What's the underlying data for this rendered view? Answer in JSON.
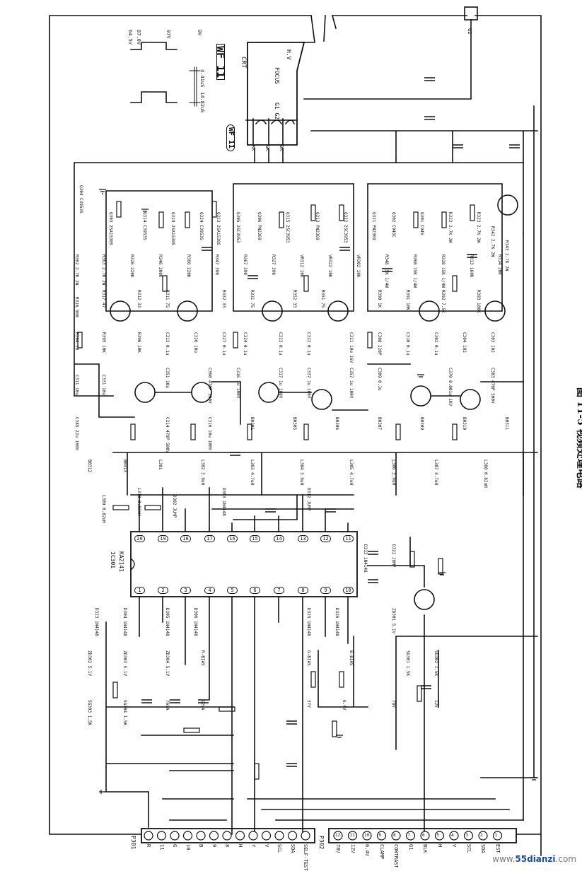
{
  "figure": {
    "caption": "图 11-5  视频处理电路",
    "watermark_prefix": "www.",
    "watermark_site": "55dianzi",
    "watermark_suffix": ".com"
  },
  "crt": {
    "label": "CRT",
    "wf": "WF 11",
    "focus": "FOCUS",
    "g1g2": "G1  G2",
    "hv": "H.V",
    "pins": [
      "RK",
      "GK",
      "BK"
    ],
    "g2": "G2"
  },
  "waveforms": {
    "levels": [
      "64.5V",
      "87.0V",
      "97V",
      "0V"
    ],
    "times": [
      "4.41uS",
      "14.82uS"
    ]
  },
  "ic": {
    "ref": "IC301",
    "part": "KA2141",
    "top_pins": [
      "20",
      "19",
      "18",
      "17",
      "16",
      "15",
      "14",
      "13",
      "12",
      "11"
    ],
    "bottom_pins": [
      "1",
      "2",
      "3",
      "4",
      "5",
      "6",
      "7",
      "8",
      "9",
      "10"
    ]
  },
  "connectors": {
    "p301_ref": "P301",
    "p301_pins": [
      "R",
      "11",
      "G",
      "10",
      "B",
      "9",
      "8",
      "H",
      "7",
      "V",
      "SCL",
      "SDA",
      "SELF-TEST"
    ],
    "p302_ref": "P302",
    "p302_pins": [
      "78V",
      "12V",
      "6.4V",
      "CLAMP",
      "CONTRAST",
      "G1",
      "BLK",
      "H",
      "V",
      "SCL",
      "SDA",
      "EST"
    ],
    "p302_nums": [
      "12",
      "11",
      "10",
      "9",
      "8",
      "7",
      "6",
      "5",
      "4",
      "3",
      "2",
      "1"
    ]
  },
  "parts": [
    "Q304 C3953S",
    "Q303 2SA1538S",
    "Q314 C3953S",
    "Q319 2SA1538S",
    "Q324 C3953S",
    "Q323 2SA1538S",
    "Q305 2SC3953",
    "Q306 PN2369",
    "Q315 2SC3953",
    "Q313 PN2369",
    "Q322 2SC3953",
    "Q321 PN2369",
    "Q302 C945C",
    "Q301 C945",
    "R322 2.7K 2W",
    "R323 2.7K 2W",
    "R342 2.7K 2W",
    "R343 2.7K 2W",
    "R362 2.7K 2W",
    "R363 2.7K 2W",
    "R326 220K",
    "R346 200K",
    "R366 220K",
    "R347 390",
    "R367 390",
    "R327 390",
    "VR312 10K",
    "VR322 10K",
    "VR302 10K",
    "R348 15K 1/4W",
    "R368 15K 1/4W",
    "R328 15K 1/4W",
    "R313 160K",
    "R314 20K",
    "R316 560",
    "R317 47",
    "R312 33",
    "R311 75",
    "R332 33",
    "R331 75",
    "R352 33",
    "R351 75",
    "R390 1K",
    "R391 10K",
    "R392 7.5K",
    "R393 100K",
    "R394 10",
    "R395 10K",
    "R396 10K",
    "C313 0.1u",
    "C326 10u",
    "C327 0.1u",
    "C324 0.1u",
    "C323 0.1u",
    "C322 0.1u",
    "C321 10u 16V",
    "C308 220P",
    "C310 0.1u",
    "C302 0.1u",
    "C304 102",
    "C303 102",
    "C311 10u",
    "C331 10u",
    "C351 10u",
    "C360 470P 500V",
    "C316 1u 100V",
    "C317 1u 100V",
    "C337 1u 100V",
    "C357 1u 100V",
    "C309 0.1u",
    "C370 0.001u 1KV",
    "C383 470P 500V",
    "C385 22u 160V",
    "C314 470P 500V",
    "C316 10u 100V",
    "B0301",
    "B0305",
    "B0306",
    "B0307",
    "B0309",
    "B0310",
    "B0311",
    "B0312",
    "B0313",
    "L301",
    "L302 3.9uH",
    "L303 4.7uH",
    "L304 3.9uH",
    "L305 4.7uH",
    "L306 3.9uH",
    "L307 4.7uH",
    "L308 0.82uH",
    "L309 0.82uH",
    "L310 0.82uH",
    "D302 JUMP",
    "D303 1N4148",
    "D312 JUMP",
    "D313 1N4148",
    "D322 JUMP",
    "D323 1N4148",
    "D304 1N4148",
    "D305 1N4148",
    "D306 1N4148",
    "D325 1N4148",
    "D326 1N4148",
    "ZD301 5.1V",
    "ZD302 5.1V",
    "ZD303 5.1V",
    "ZD304 5.1V",
    "R-BIAS",
    "G-BIAS",
    "B-BIAS",
    "SG301 1.5K",
    "SG302 1.5K",
    "SG303 1.5K",
    "SG304 1.5K",
    "76VA",
    "12VA",
    "37V",
    "6.4V",
    "78V",
    "12V"
  ]
}
